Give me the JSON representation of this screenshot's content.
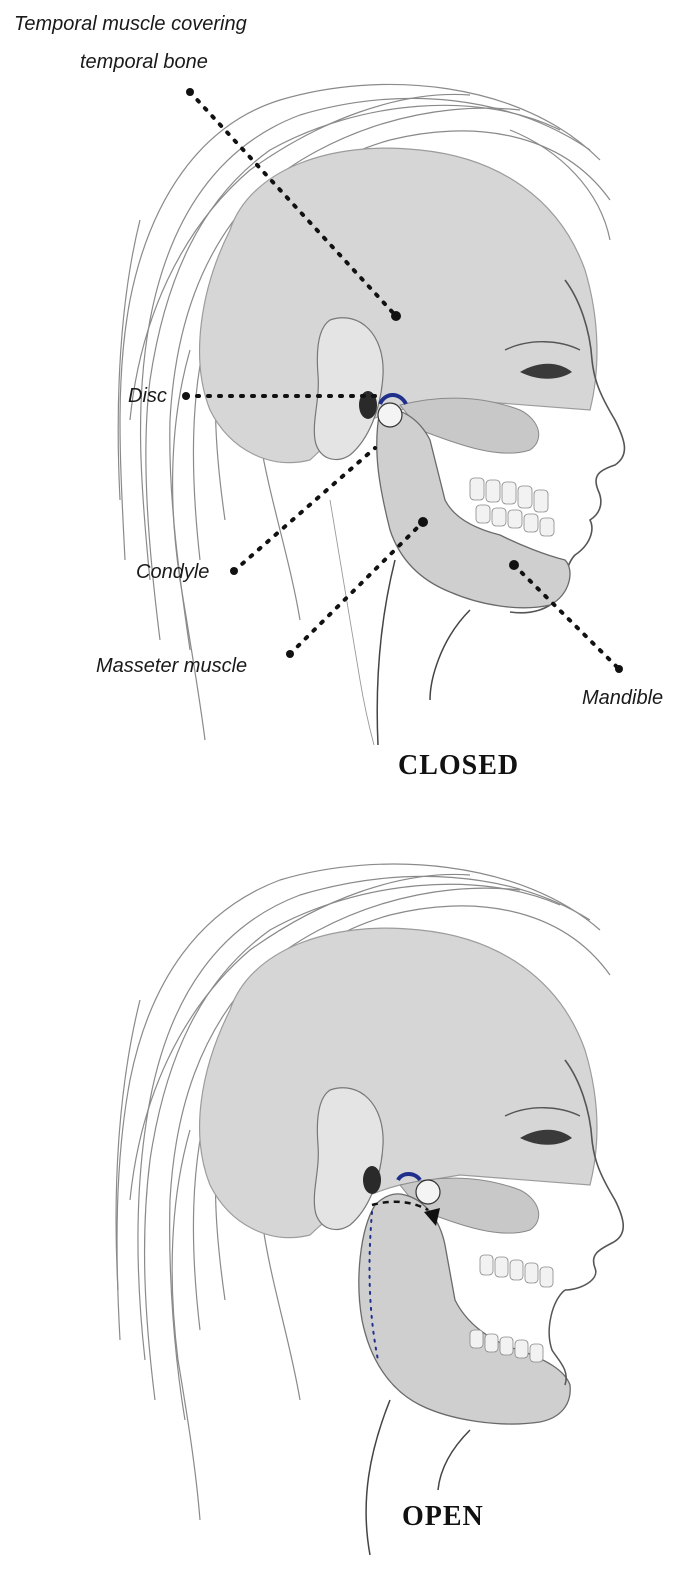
{
  "closed": {
    "labels": {
      "temporal_line1": "Temporal muscle covering",
      "temporal_line2": "temporal bone",
      "disc": "Disc",
      "condyle": "Condyle",
      "masseter": "Masseter muscle",
      "mandible": "Mandible"
    },
    "caption": "CLOSED"
  },
  "open": {
    "caption": "OPEN"
  },
  "colors": {
    "disc": "#1f2f8c",
    "skull": "#d4d4d4",
    "skull_dark": "#a9a9a9",
    "hair": "#7a7a7a",
    "outline": "#333333",
    "leader": "#111111"
  }
}
